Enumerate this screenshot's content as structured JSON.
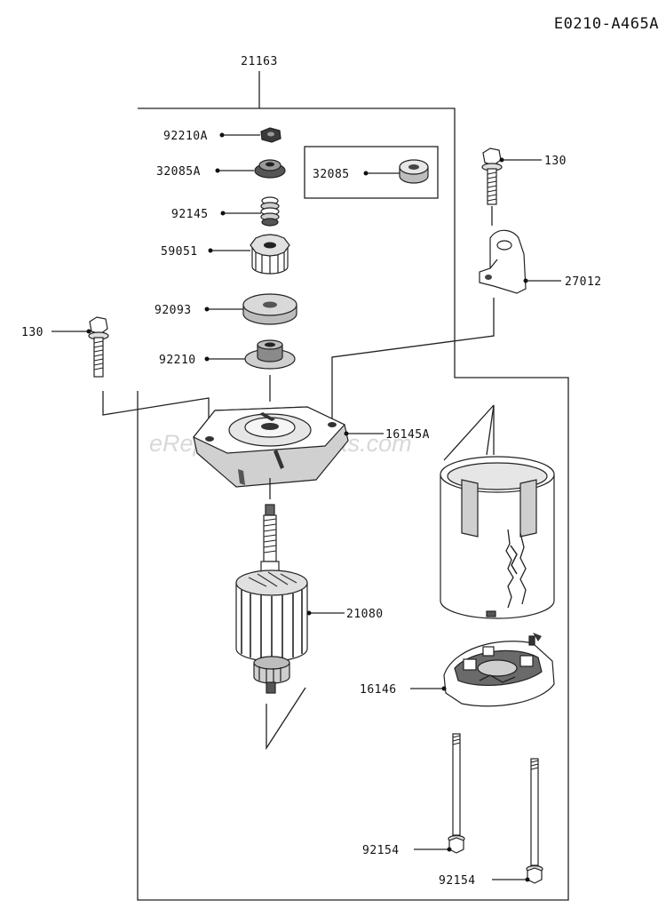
{
  "diagram_id": "E0210-A465A",
  "watermark": "eReplacementParts.com",
  "labels": {
    "p21163": "21163",
    "p92210A": "92210A",
    "p32085A": "32085A",
    "p32085": "32085",
    "p92145": "92145",
    "p59051": "59051",
    "p92093": "92093",
    "p92210": "92210",
    "p130_right": "130",
    "p27012": "27012",
    "p130_left": "130",
    "p16145A": "16145A",
    "p21080": "21080",
    "p16146": "16146",
    "p92154_a": "92154",
    "p92154_b": "92154"
  },
  "colors": {
    "line": "#222222",
    "part_fill": "#ffffff",
    "part_dark": "#3a3a3a",
    "part_mid": "#9a9a9a",
    "watermark": "#d8d8d8"
  }
}
